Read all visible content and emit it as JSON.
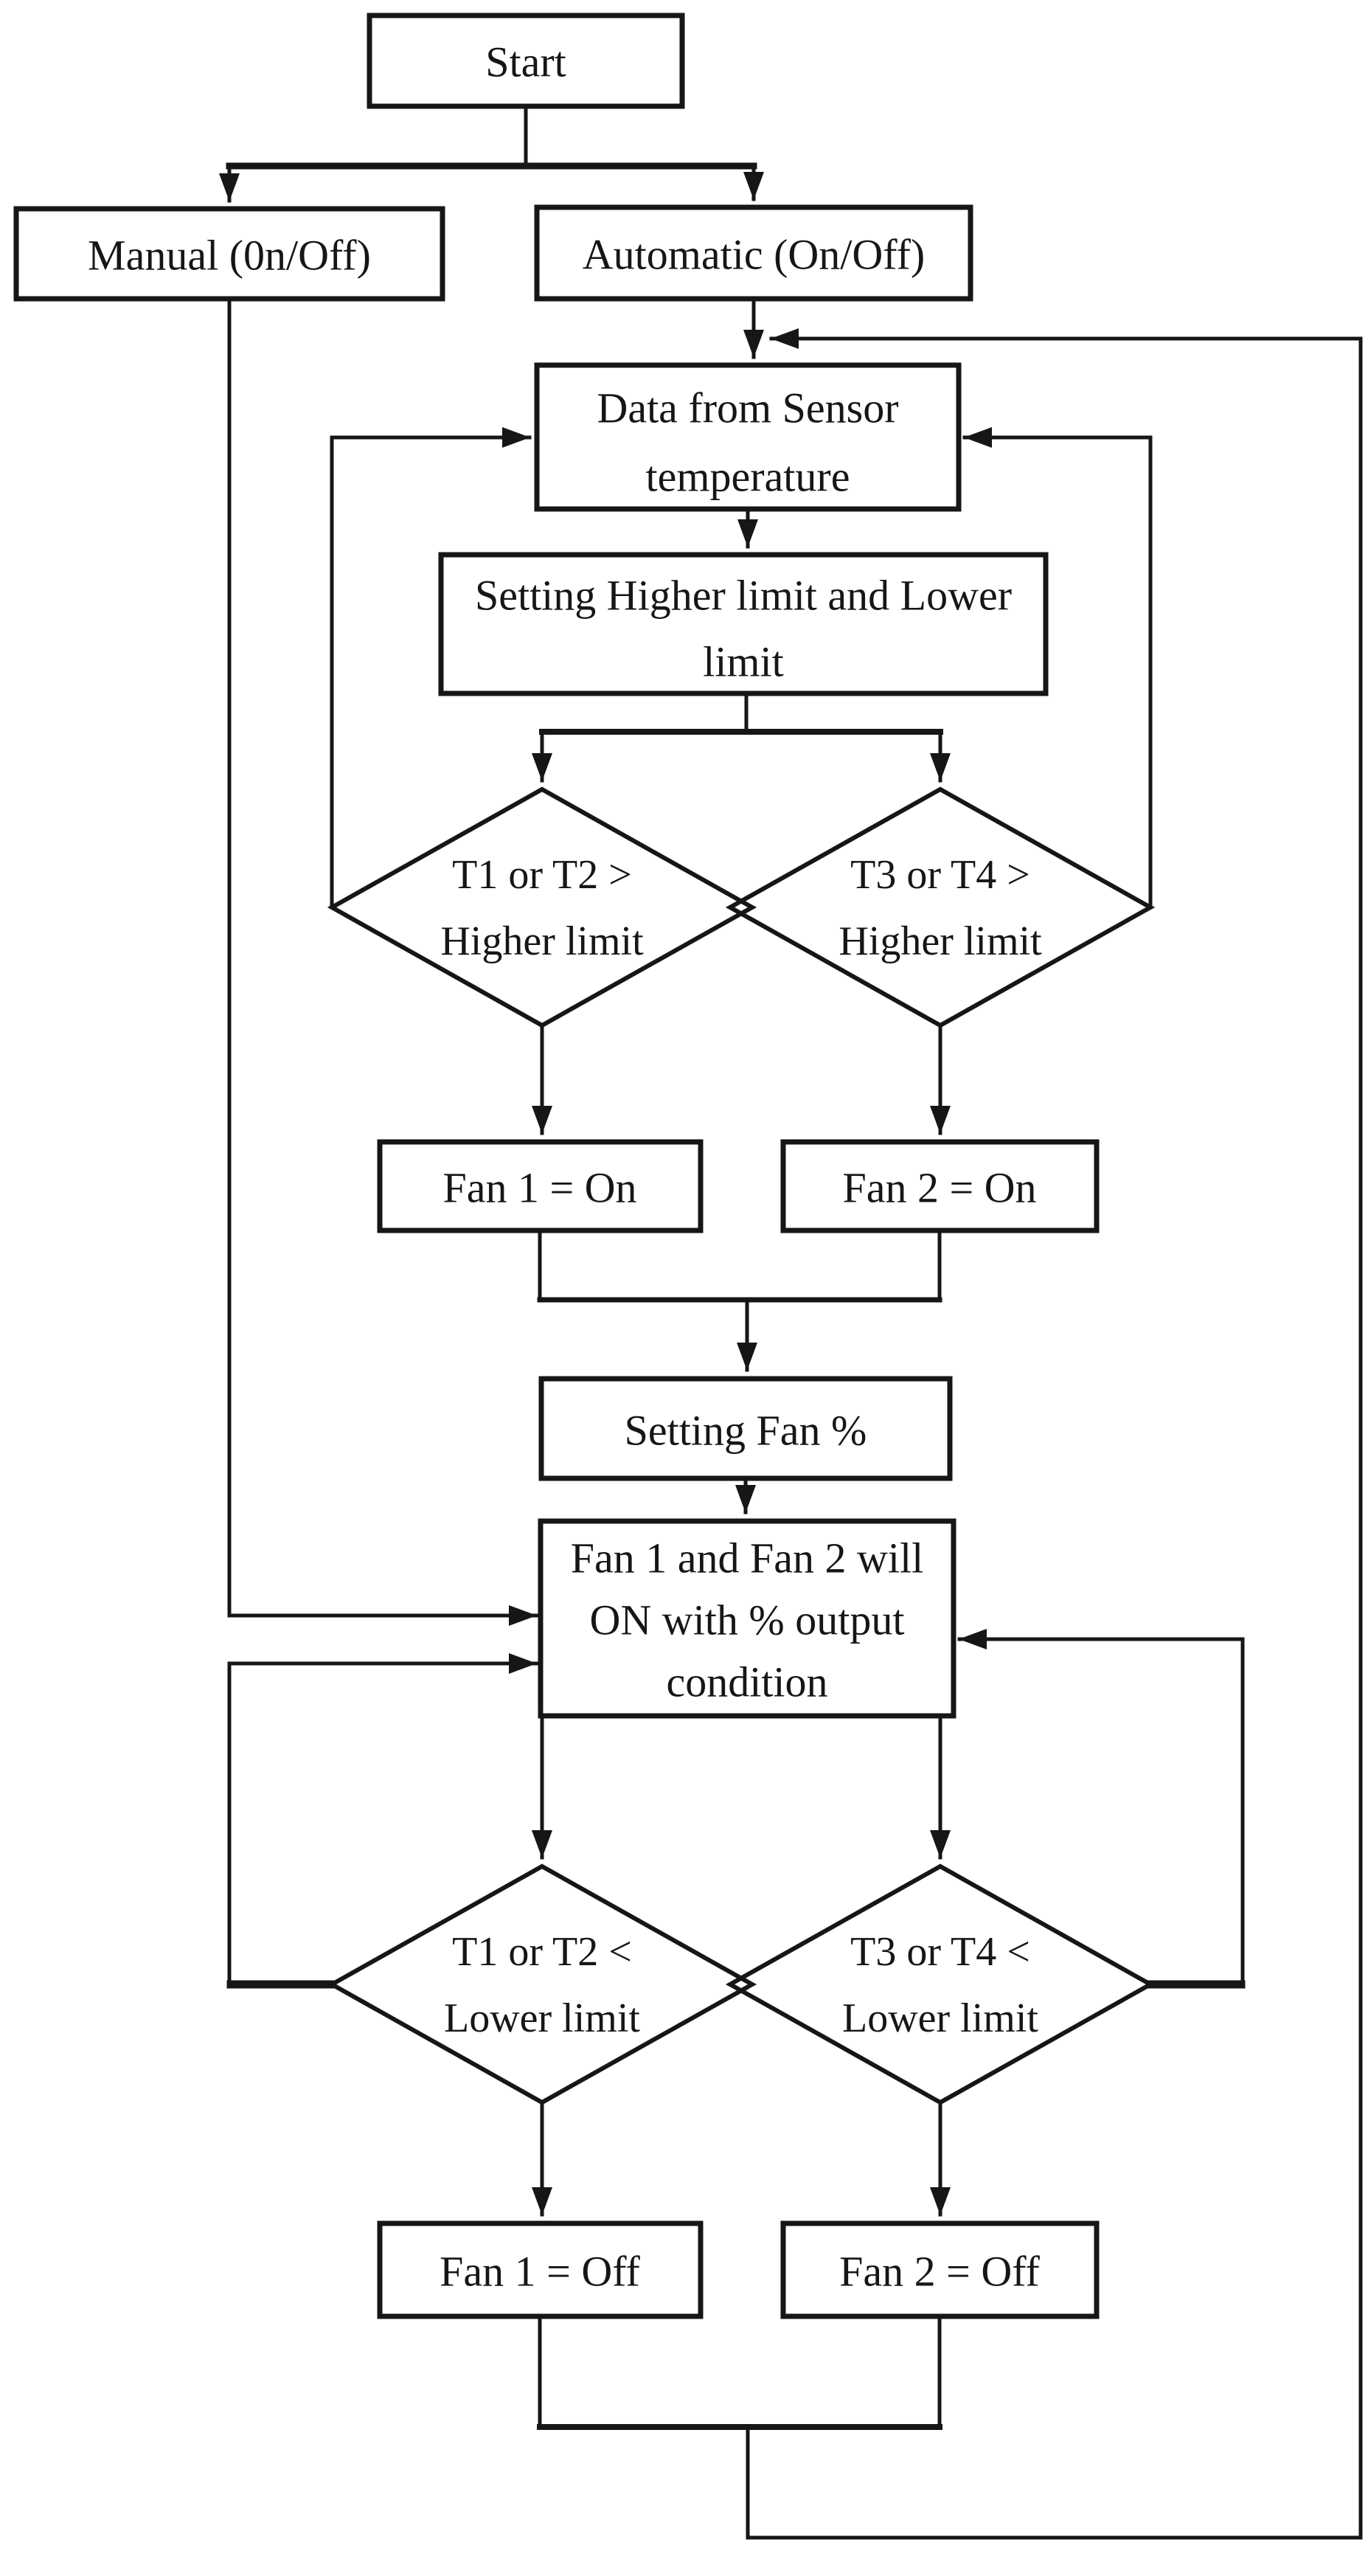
{
  "figure": {
    "kind": "flowchart",
    "title_visible": false,
    "background_color": "#ffffff",
    "ink_color": "#161616"
  },
  "nodes": {
    "start": {
      "label": "Start"
    },
    "manual": {
      "label": "Manual (0n/Off)"
    },
    "automatic": {
      "label": "Automatic (On/Off)"
    },
    "data_sensor": {
      "lines": [
        "Data from Sensor",
        "temperature"
      ]
    },
    "set_limits": {
      "lines": [
        "Setting Higher limit and Lower",
        "limit"
      ]
    },
    "t12_higher": {
      "lines": [
        "T1 or T2 >",
        "Higher limit"
      ]
    },
    "t34_higher": {
      "lines": [
        "T3 or T4 >",
        "Higher limit"
      ]
    },
    "fan1_on": {
      "label": "Fan 1 = On"
    },
    "fan2_on": {
      "label": "Fan 2 = On"
    },
    "set_fan": {
      "label": "Setting Fan %"
    },
    "fan_output": {
      "lines": [
        "Fan 1 and Fan 2 will",
        "ON with % output",
        "condition"
      ]
    },
    "t12_lower": {
      "lines": [
        "T1 or T2 <",
        "Lower limit"
      ]
    },
    "t34_lower": {
      "lines": [
        "T3 or T4 <",
        "Lower limit"
      ]
    },
    "fan1_off": {
      "label": "Fan 1 = Off"
    },
    "fan2_off": {
      "label": "Fan 2 = Off"
    }
  }
}
